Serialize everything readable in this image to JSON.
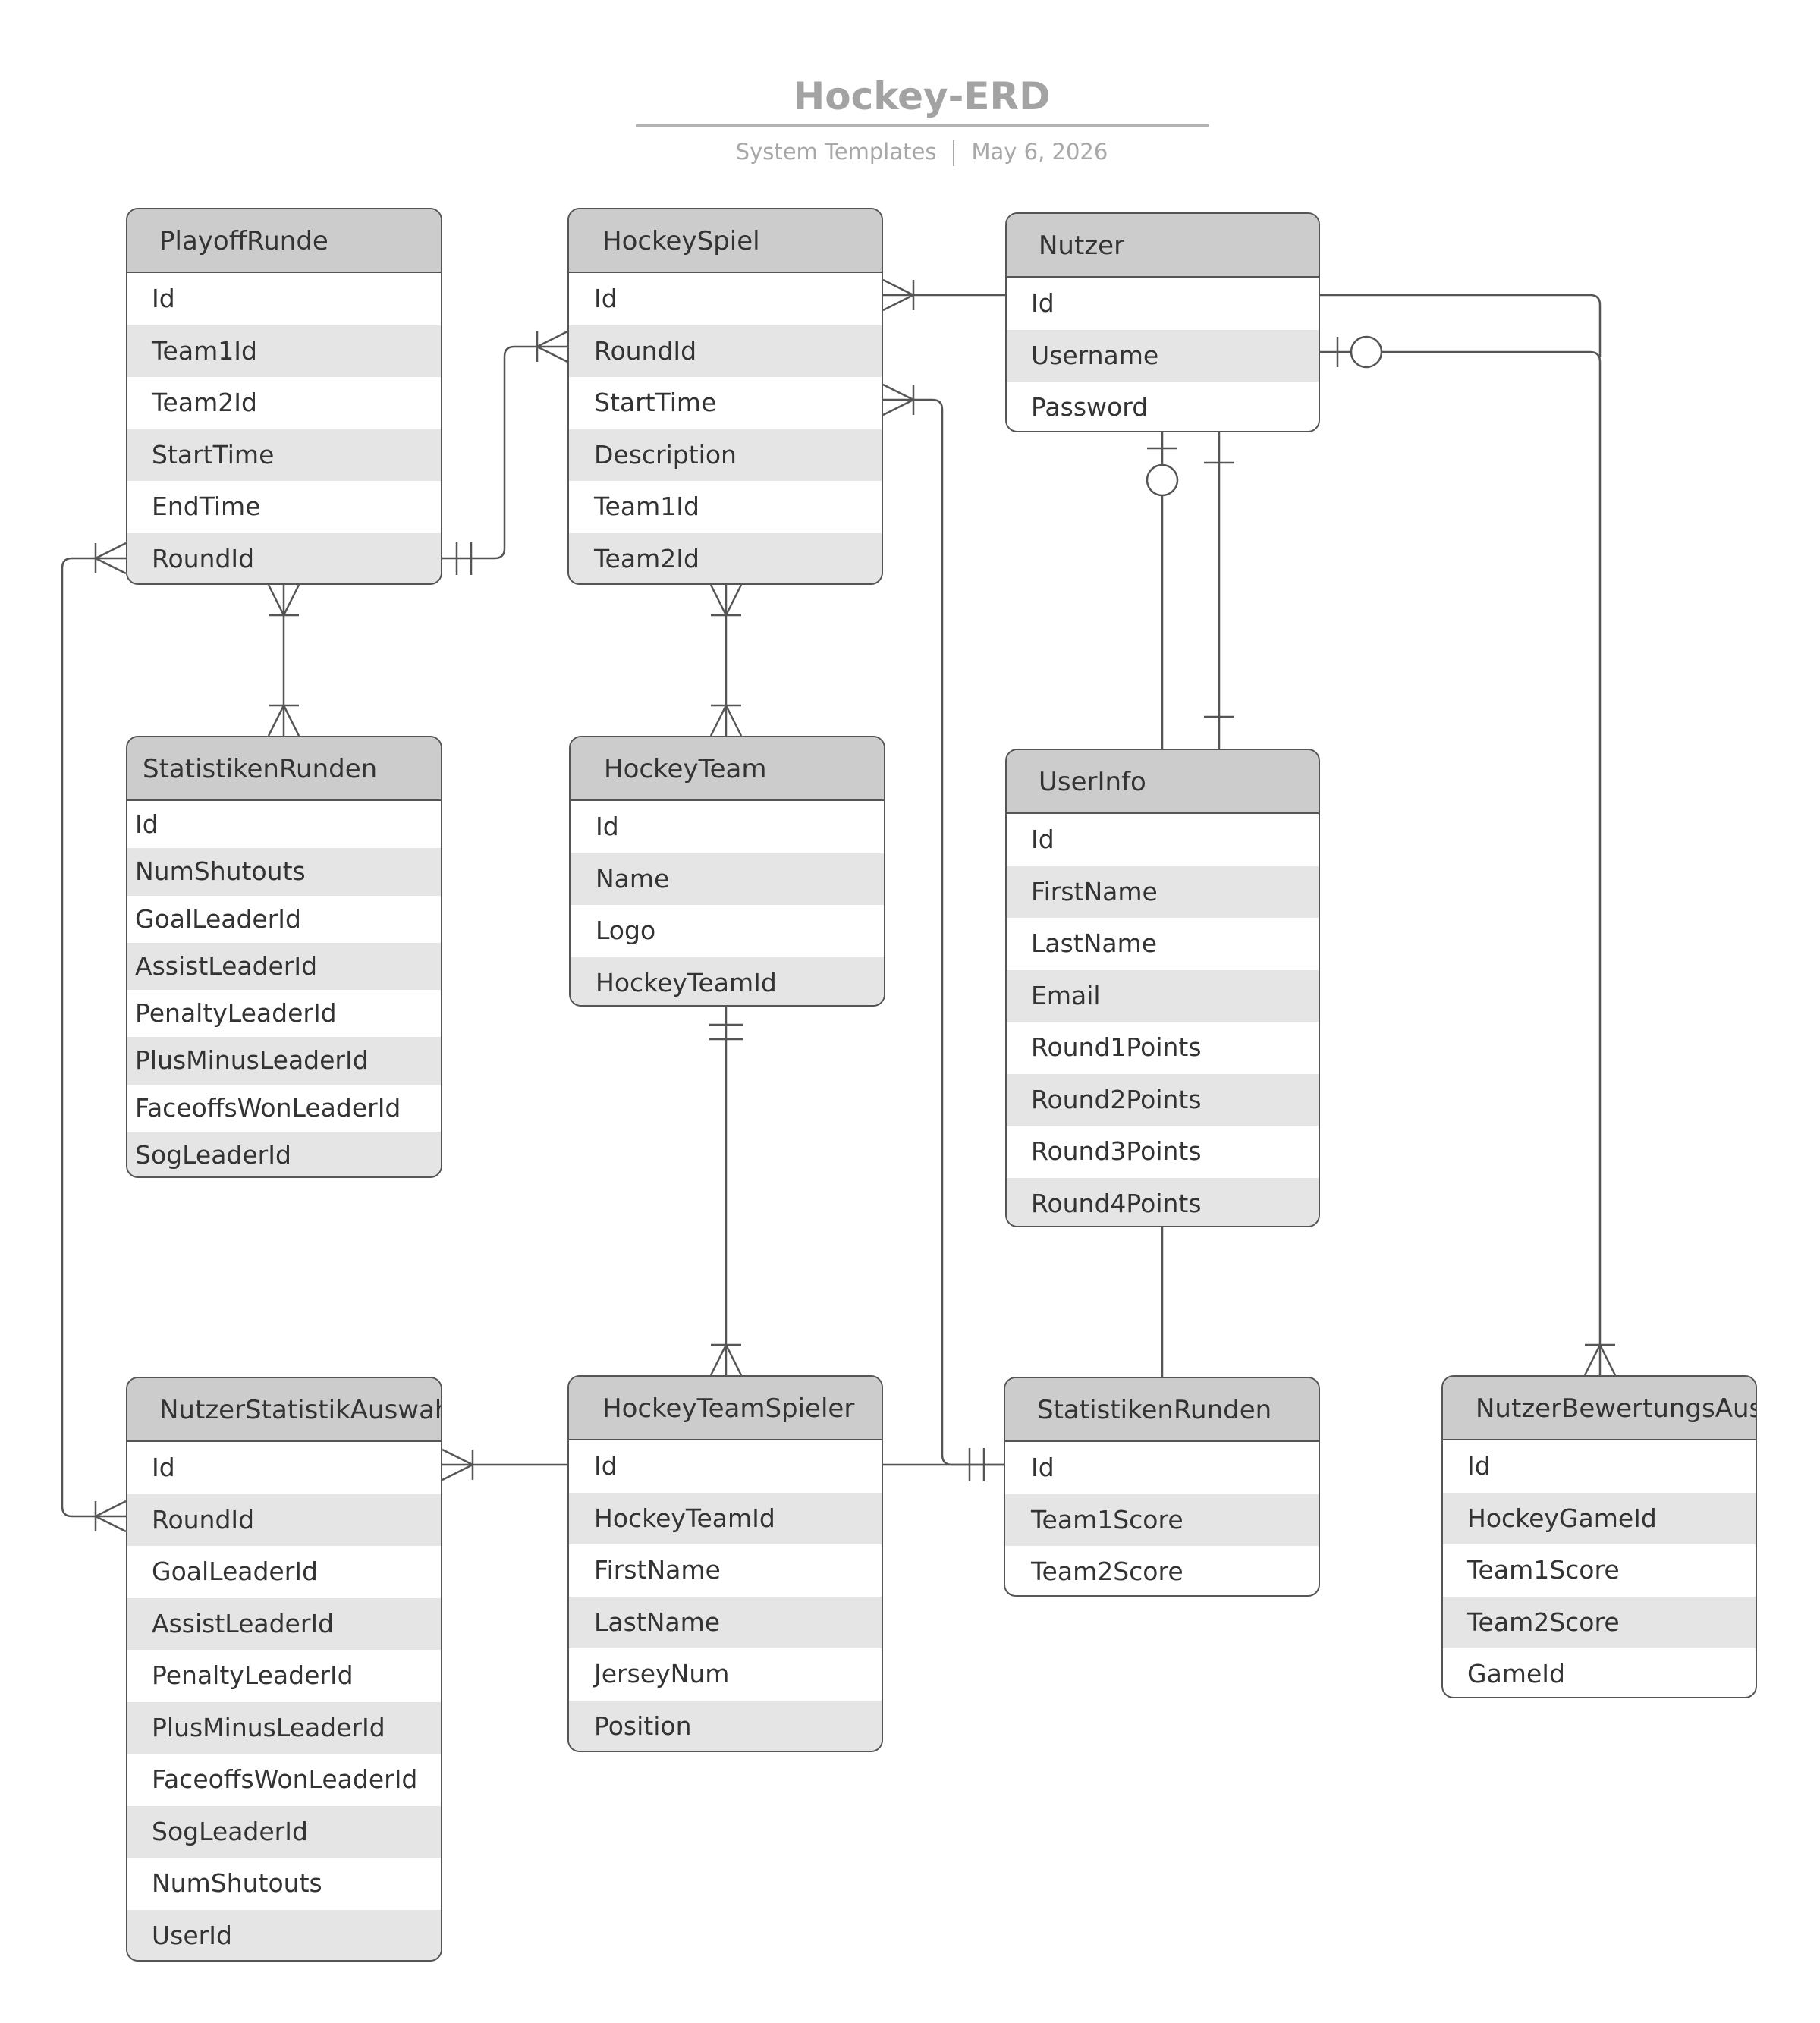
{
  "header": {
    "title": "Hockey-ERD",
    "subtitle_source": "System Templates",
    "subtitle_date": "May 6, 2026"
  },
  "colors": {
    "header_fill": "#cccccc",
    "row_alt_fill": "#e5e5e5",
    "border": "#555555",
    "title": "#a3a3a3"
  },
  "entities": {
    "playoffRunde": {
      "name": "PlayoffRunde",
      "fields": [
        "Id",
        "Team1Id",
        "Team2Id",
        "StartTime",
        "EndTime",
        "RoundId"
      ]
    },
    "hockeySpiel": {
      "name": "HockeySpiel",
      "fields": [
        "Id",
        "RoundId",
        "StartTime",
        "Description",
        "Team1Id",
        "Team2Id"
      ]
    },
    "nutzer": {
      "name": "Nutzer",
      "fields": [
        "Id",
        "Username",
        "Password"
      ]
    },
    "statistikenRunden1": {
      "name": "StatistikenRunden",
      "fields": [
        "Id",
        "NumShutouts",
        "GoalLeaderId",
        "AssistLeaderId",
        "PenaltyLeaderId",
        "PlusMinusLeaderId",
        "FaceoffsWonLeaderId",
        "SogLeaderId"
      ]
    },
    "hockeyTeam": {
      "name": "HockeyTeam",
      "fields": [
        "Id",
        "Name",
        "Logo",
        "HockeyTeamId"
      ]
    },
    "userInfo": {
      "name": "UserInfo",
      "fields": [
        "Id",
        "FirstName",
        "LastName",
        "Email",
        "Round1Points",
        "Round2Points",
        "Round3Points",
        "Round4Points"
      ]
    },
    "nutzerStatistikAuswahl": {
      "name": "NutzerStatistikAuswahl",
      "fields": [
        "Id",
        "RoundId",
        "GoalLeaderId",
        "AssistLeaderId",
        "PenaltyLeaderId",
        "PlusMinusLeaderId",
        "FaceoffsWonLeaderId",
        "SogLeaderId",
        "NumShutouts",
        "UserId"
      ]
    },
    "hockeyTeamSpieler": {
      "name": "HockeyTeamSpieler",
      "fields": [
        "Id",
        "HockeyTeamId",
        "FirstName",
        "LastName",
        "JerseyNum",
        "Position"
      ]
    },
    "statistikenRunden2": {
      "name": "StatistikenRunden",
      "fields": [
        "Id",
        "Team1Score",
        "Team2Score"
      ]
    },
    "nutzerBewertungsAuswahl": {
      "name": "NutzerBewertungsAuswahl",
      "fields": [
        "Id",
        "HockeyGameId",
        "Team1Score",
        "Team2Score",
        "GameId"
      ]
    }
  },
  "relationships": [
    {
      "from": "playoffRunde",
      "to": "hockeySpiel",
      "from_end": "one-mandatory",
      "to_end": "many"
    },
    {
      "from": "nutzer",
      "to": "hockeySpiel",
      "from_end": "none",
      "to_end": "many"
    },
    {
      "from": "statistikenRunden2",
      "to": "hockeySpiel",
      "from_end": "one-mandatory",
      "to_end": "many"
    },
    {
      "from": "playoffRunde",
      "to": "statistikenRunden1",
      "from_end": "many",
      "to_end": "many"
    },
    {
      "from": "hockeySpiel",
      "to": "hockeyTeam",
      "from_end": "many",
      "to_end": "many"
    },
    {
      "from": "nutzer",
      "to": "userInfo",
      "from_end": "zero-or-one",
      "to_end": "none"
    },
    {
      "from": "nutzer",
      "to": "userInfo",
      "from_end": "one",
      "to_end": "one"
    },
    {
      "from": "nutzer",
      "to": "nutzerBewertungsAuswahl",
      "from_end": "zero-or-one",
      "to_end": "many"
    },
    {
      "from": "playoffRunde",
      "to": "nutzerStatistikAuswahl",
      "from_end": "many",
      "to_end": "many"
    },
    {
      "from": "hockeyTeam",
      "to": "hockeyTeamSpieler",
      "from_end": "one-mandatory",
      "to_end": "many"
    },
    {
      "from": "hockeyTeamSpieler",
      "to": "nutzerStatistikAuswahl",
      "from_end": "none",
      "to_end": "many"
    },
    {
      "from": "userInfo",
      "to": "statistikenRunden2",
      "from_end": "none",
      "to_end": "none"
    }
  ]
}
